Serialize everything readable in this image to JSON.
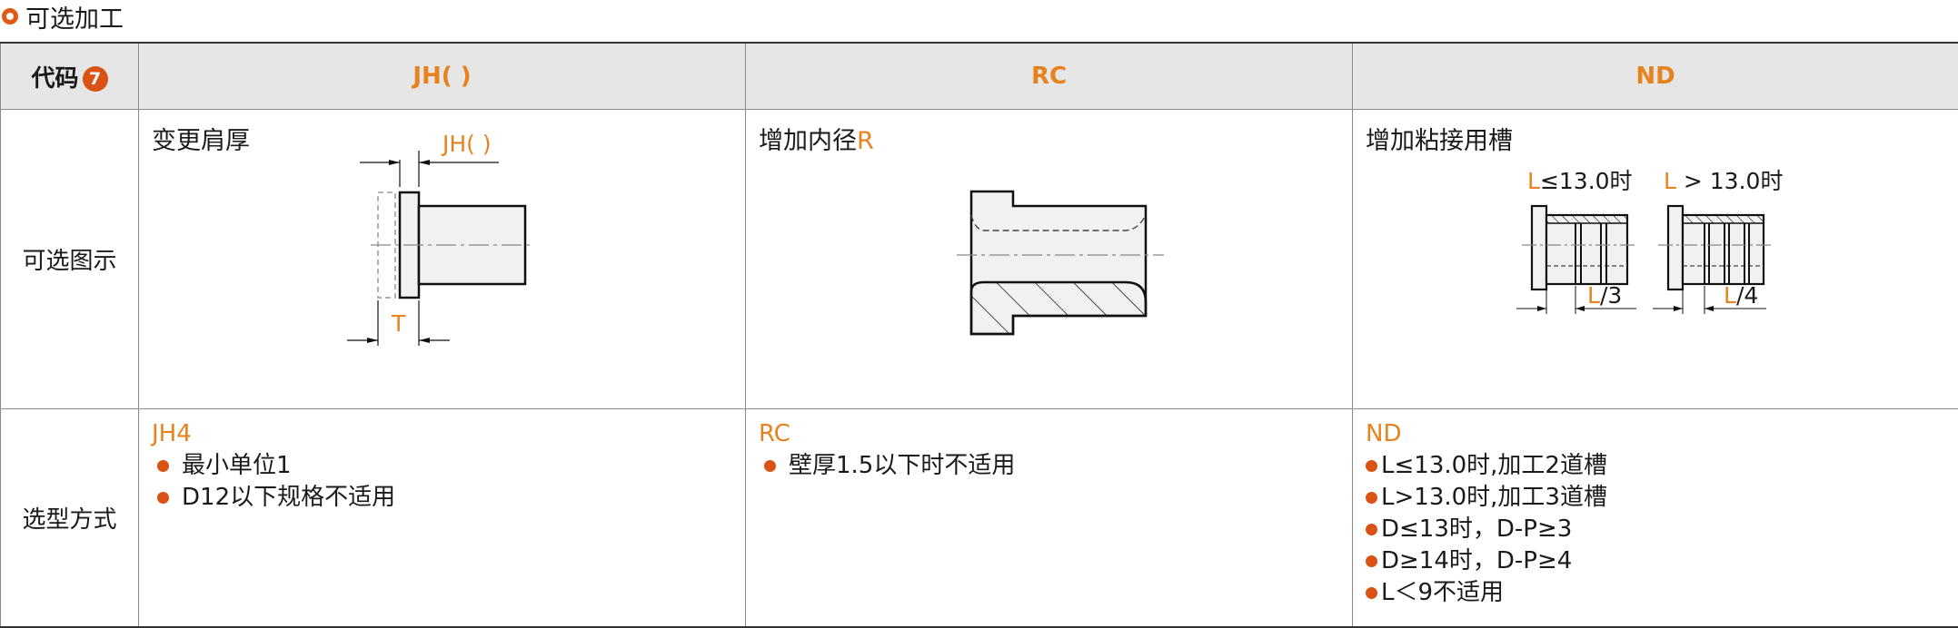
{
  "section": {
    "title": "可选加工"
  },
  "header": {
    "code_label": "代码",
    "code_badge": "7",
    "columns": [
      "JH( )",
      "RC",
      "ND"
    ]
  },
  "rows": {
    "diagram_label": "可选图示",
    "selection_label": "选型方式"
  },
  "jh": {
    "title": "变更肩厚",
    "dim_top": "JH( )",
    "dim_bottom": "T",
    "code": "JH4",
    "bullets": [
      "最小单位1",
      "D12以下规格不适用"
    ]
  },
  "rc": {
    "title_main": "增加内径",
    "title_suffix": "R",
    "code": "RC",
    "bullets": [
      "壁厚1.5以下时不适用"
    ]
  },
  "nd": {
    "title": "增加粘接用槽",
    "left_caption_l": "L",
    "left_caption_rest": "≤13.0时",
    "right_caption_l": "L",
    "right_caption_rest": " > 13.0时",
    "left_dim_l": "L",
    "left_dim_rest": "/3",
    "right_dim_l": "L",
    "right_dim_rest": "/4",
    "code": "ND",
    "bullets": [
      "L≤13.0时,加工2道槽",
      "L>13.0时,加工3道槽",
      "D≤13时，D-P≥3",
      "D≥14时，D-P≥4",
      "L＜9不适用"
    ]
  },
  "colors": {
    "accent": "#e8821e",
    "bullet": "#d95314",
    "header_bg": "#e6e6e6"
  }
}
